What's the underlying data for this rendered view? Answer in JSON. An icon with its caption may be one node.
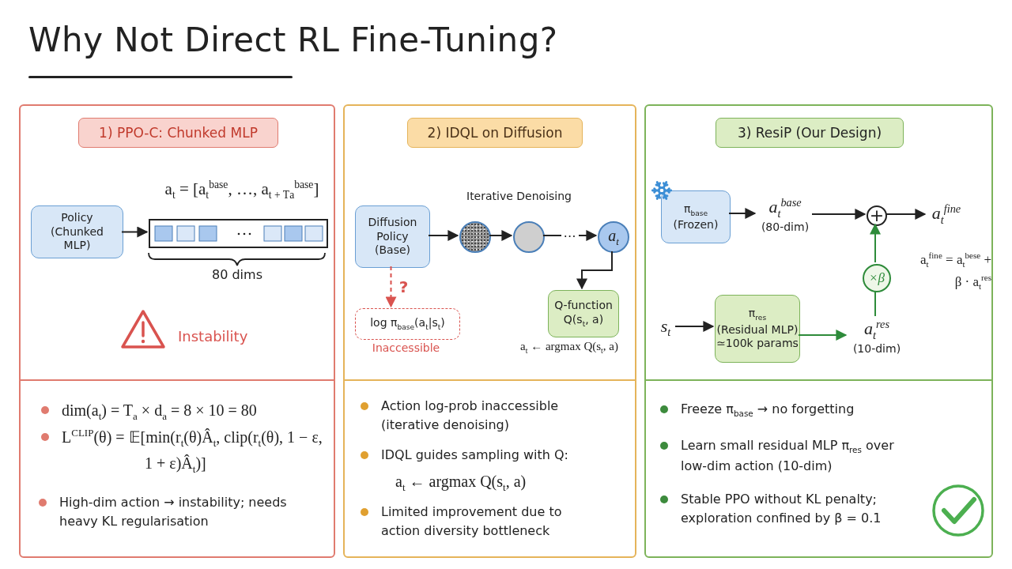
{
  "diagram": {
    "title": "Why Not Direct RL Fine-Tuning?",
    "nodes": [
      {
        "text": [],
        "shape": "box"
      },
      {
        "text": [
          "1) PPO-C: Chunked MLP"
        ],
        "in": 0
      },
      {
        "text": [
          "Policy (Chunked MLP)"
        ],
        "in": 0
      },
      {
        "text": [],
        "shape": "bar",
        "in": 0,
        "beside": [
          "a$_{t}$ = [a$_{t}$$^{base}$, …, a$_{t + T}$$_{a}$$^{base}$]",
          "80 dims"
        ]
      },
      {
        "text": [],
        "shape": "box"
      },
      {
        "text": [
          "2) IDQL on Diffusion"
        ],
        "in": 4
      },
      {
        "text": [
          "Diffusion Policy (Base)"
        ],
        "in": 4
      },
      {
        "text": [],
        "shape": "circle",
        "in": 4
      },
      {
        "text": [],
        "shape": "circle",
        "in": 4
      },
      {
        "text": [
          "a$_{t}$"
        ],
        "in": 4
      },
      {
        "text": [
          "Q-function",
          "Q(s$_{t}$, a)"
        ],
        "in": 4,
        "beside": [
          "a$_{t}$ ← argmax Q(s$_{t}$, a)"
        ]
      },
      {
        "text": [
          "log π$_{base}$(a$_{t}$|s$_{t}$)"
        ],
        "in": 4,
        "beside": [
          "Inaccessible"
        ]
      },
      {
        "text": [],
        "shape": "box"
      },
      {
        "text": [
          "3) ResiP (Our Design)"
        ],
        "in": 12
      },
      {
        "text": [
          "π$_{base}$",
          "(Frozen)"
        ],
        "in": 12
      },
      {
        "text": [
          "a$_{t}$$^{base}$",
          "(80-dim)"
        ],
        "in": 12
      },
      {
        "text": [
          "+"
        ],
        "in": 12
      },
      {
        "text": [
          "a$_{t}$$^{fine}$"
        ],
        "in": 12
      },
      {
        "text": [
          "×β"
        ],
        "in": 12
      },
      {
        "text": [
          "s$_{t}$"
        ],
        "in": 12
      },
      {
        "text": [
          "π$_{res}$",
          "(Residual MLP)",
          "≃100k params"
        ],
        "in": 12
      },
      {
        "text": [
          "a$_{t}$$^{res}$",
          "(10-dim)"
        ],
        "in": 12
      }
    ],
    "edges": [
      {
        "from": 2,
        "to": 3,
        "arrow": "to"
      },
      {
        "from": 6,
        "to": 7,
        "arrow": "to"
      },
      {
        "from": 7,
        "to": 8,
        "arrow": "to"
      },
      {
        "from": 8,
        "to": 9,
        "arrow": "to",
        "label": "⋯"
      },
      {
        "from": 9,
        "to": 10,
        "arrow": "to"
      },
      {
        "from": 6,
        "to": 11,
        "arrow": "to",
        "label": "?",
        "style": "dashed",
        "color": "#d9534f"
      },
      {
        "from": 14,
        "to": 15,
        "arrow": "to"
      },
      {
        "from": 15,
        "to": 16,
        "arrow": "to"
      },
      {
        "from": 16,
        "to": 17,
        "arrow": "to"
      },
      {
        "from": 19,
        "to": 20,
        "arrow": "to"
      },
      {
        "from": 20,
        "to": 21,
        "arrow": "to",
        "color": "#2e8b3a"
      },
      {
        "from": 21,
        "to": 18,
        "arrow": "none",
        "color": "#2e8b3a"
      },
      {
        "from": 18,
        "to": 16,
        "arrow": "to",
        "color": "#2e8b3a"
      }
    ],
    "labels": [
      "Instability",
      "Iterative Denoising",
      "a$_{t}$$^{fine}$ = a$_{t}$$^{bese}$ + β · a$_{t}$$^{res}$",
      "dim(a$_{t}$) = T$_{a}$ × d$_{a}$ = 8 × 10 = 80",
      "L$^{CLIP}$(θ) = 𝔼[min(r$_{t}$(θ)Â$_{t}$, clip(r$_{t}$(θ), 1 − ε, 1 + ε)Â$_{t}$)]",
      "High-dim action → instability; needs heavy KL regularisation",
      "Action log-prob inaccessible (iterative denoising)",
      "IDQL guides sampling with Q:",
      "a$_{t}$ ← argmax Q(s$_{t}$, a)",
      "Limited improvement due to action diversity bottleneck",
      "Freeze π$_{base}$ → no forgetting",
      "Learn small residual MLP π$_{res}$ over low-dim action (10-dim)",
      "Stable PPO without KL penalty; exploration confined by β = 0.1"
    ]
  }
}
